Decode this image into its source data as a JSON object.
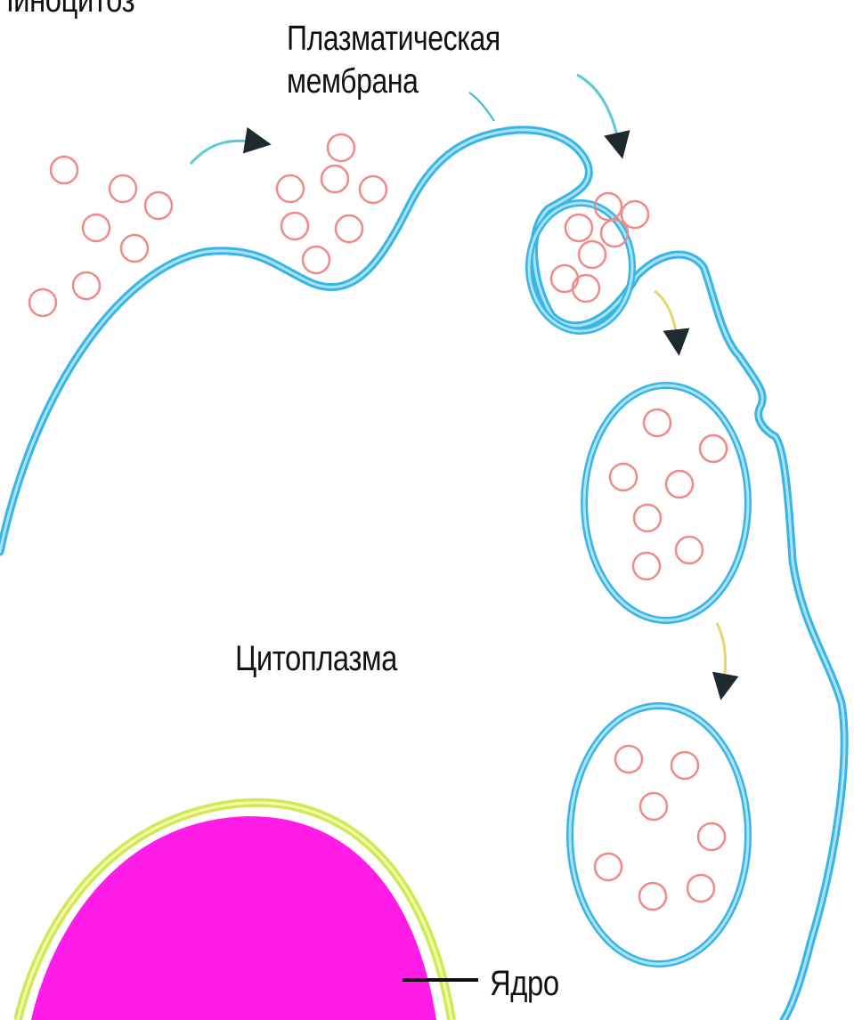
{
  "title": "Пиноцитоз",
  "labels": {
    "membrane": "Плазматическая\nмембрана",
    "cytoplasm": "Цитоплазма",
    "nucleus": "Ядро"
  },
  "colors": {
    "membrane": "#39b4e6",
    "membrane_inner": "#a9e4fb",
    "particle": "#f08a86",
    "particle_highlight": "#fbe2df",
    "nucleus": "#ff1ce6",
    "nucleus_envelope": "#cdea59",
    "nucleus_envelope_inner": "#fff7a8",
    "arrow": "#1f2a2e",
    "arrow_tail": "#5ec9d4",
    "arrow_tail_yellow": "#e8d66a",
    "text": "#111111"
  },
  "icons": {
    "particles": "circle",
    "arrows": "curved-arrow"
  }
}
